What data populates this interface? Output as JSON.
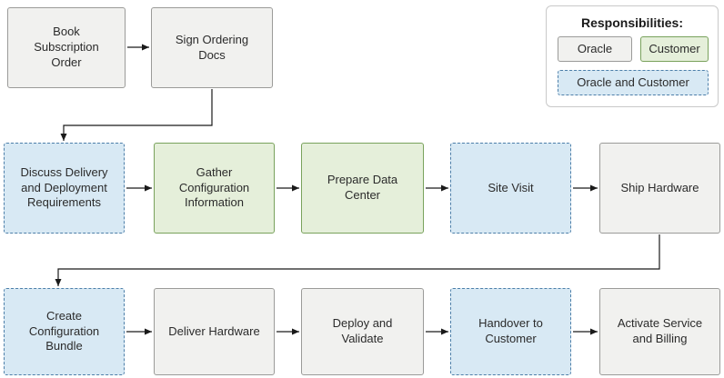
{
  "legend": {
    "title": "Responsibilities:",
    "items": [
      {
        "label": "Oracle",
        "owner": "oracle"
      },
      {
        "label": "Customer",
        "owner": "customer"
      },
      {
        "label": "Oracle and Customer",
        "owner": "both"
      }
    ]
  },
  "flow": {
    "rows": [
      {
        "boxes": [
          {
            "label": "Book Subscription Order",
            "owner": "oracle"
          },
          {
            "label": "Sign Ordering Docs",
            "owner": "oracle"
          }
        ]
      },
      {
        "boxes": [
          {
            "label": "Discuss Delivery and Deployment Requirements",
            "owner": "both"
          },
          {
            "label": "Gather Configuration Information",
            "owner": "customer"
          },
          {
            "label": "Prepare Data Center",
            "owner": "customer"
          },
          {
            "label": "Site Visit",
            "owner": "both"
          },
          {
            "label": "Ship Hardware",
            "owner": "oracle"
          }
        ]
      },
      {
        "boxes": [
          {
            "label": "Create Configuration Bundle",
            "owner": "both"
          },
          {
            "label": "Deliver Hardware",
            "owner": "oracle"
          },
          {
            "label": "Deploy and Validate",
            "owner": "oracle"
          },
          {
            "label": "Handover to Customer",
            "owner": "both"
          },
          {
            "label": "Activate Service and Billing",
            "owner": "oracle"
          }
        ]
      }
    ]
  },
  "colors": {
    "oracle_fill": "#f1f1ef",
    "oracle_border": "#9b9b99",
    "customer_fill": "#e5efda",
    "customer_border": "#79a25c",
    "both_fill": "#d8e9f4",
    "both_border": "#4d7fa9",
    "arrow": "#1a1a1a"
  }
}
